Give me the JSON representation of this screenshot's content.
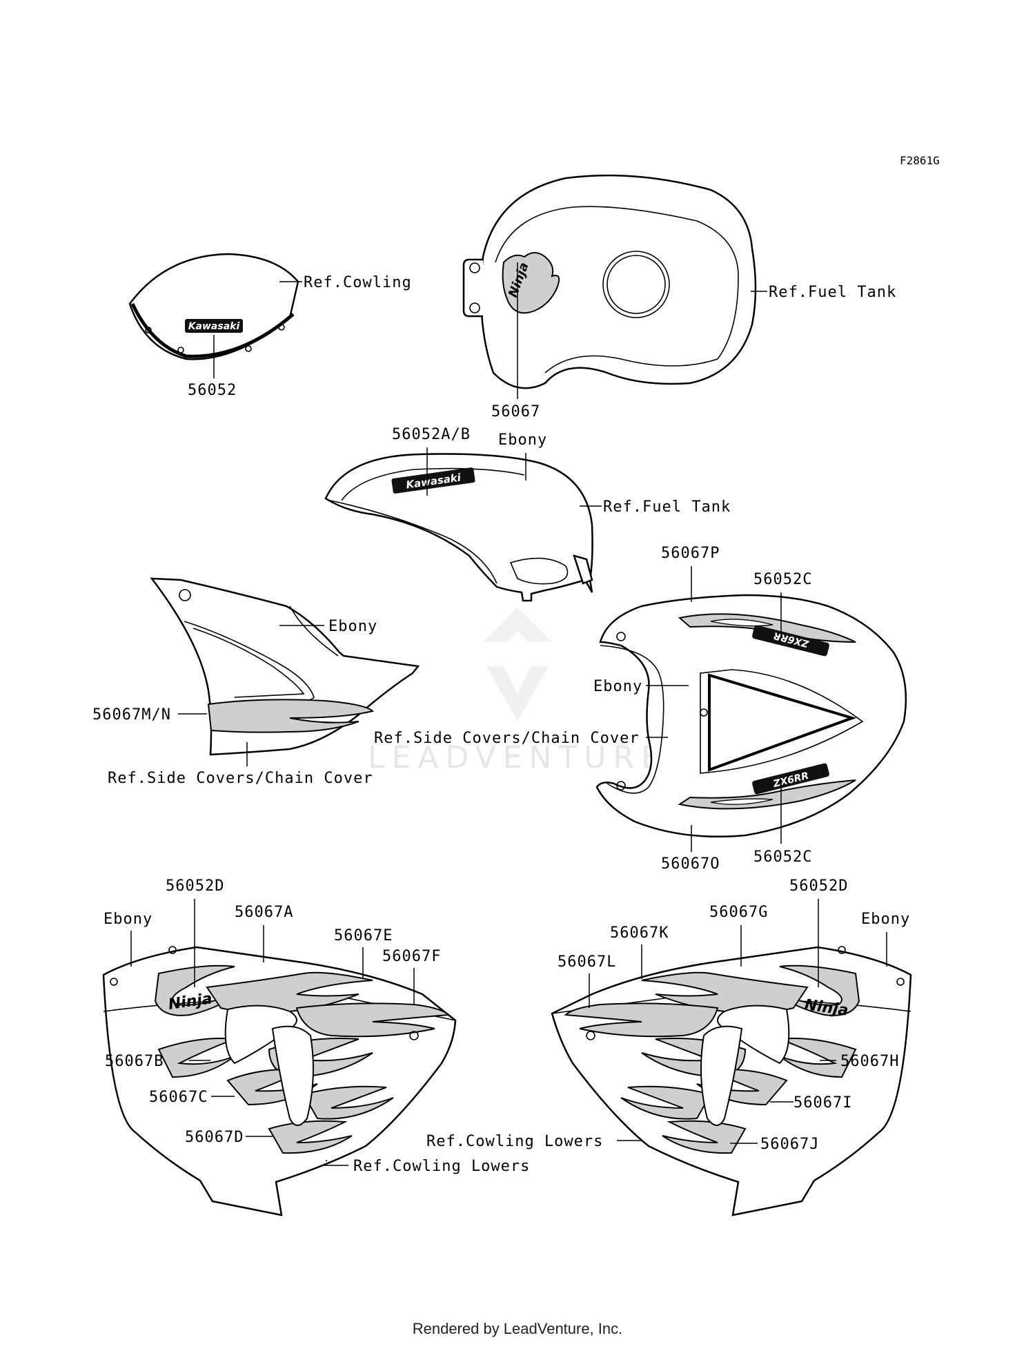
{
  "figure_code": "F2861G",
  "watermark": "LEADVENTURE",
  "footer": "Rendered by LeadVenture, Inc.",
  "decal_text": {
    "kawasaki": "Kawasaki",
    "ninja": "Ninja",
    "model": "ZX6RR"
  },
  "labels": {
    "windshield_part": "56052",
    "windshield_ref": "Ref.Cowling",
    "tank_top_part": "56067",
    "tank_top_ref": "Ref.Fuel Tank",
    "tank_side_part": "56052A/B",
    "tank_side_ebony": "Ebony",
    "tank_side_ref": "Ref.Fuel Tank",
    "side_cover_ebony": "Ebony",
    "side_cover_part": "56067M/N",
    "side_cover_ref": "Ref.Side Covers/Chain Cover",
    "tail_top_part": "56067P",
    "tail_top_c": "56052C",
    "tail_ebony": "Ebony",
    "tail_ref": "Ref.Side Covers/Chain Cover",
    "tail_bottom_part": "56067O",
    "tail_bottom_c": "56052C",
    "ll_56052D": "56052D",
    "ll_ebony": "Ebony",
    "ll_56067A": "56067A",
    "ll_56067E": "56067E",
    "ll_56067F": "56067F",
    "ll_56067B": "56067B",
    "ll_56067C": "56067C",
    "ll_56067D": "56067D",
    "ll_ref": "Ref.Cowling Lowers",
    "rl_56052D": "56052D",
    "rl_56067G": "56067G",
    "rl_ebony": "Ebony",
    "rl_56067K": "56067K",
    "rl_56067L": "56067L",
    "rl_56067H": "56067H",
    "rl_56067I": "56067I",
    "rl_ref": "Ref.Cowling Lowers",
    "rl_56067J": "56067J"
  }
}
